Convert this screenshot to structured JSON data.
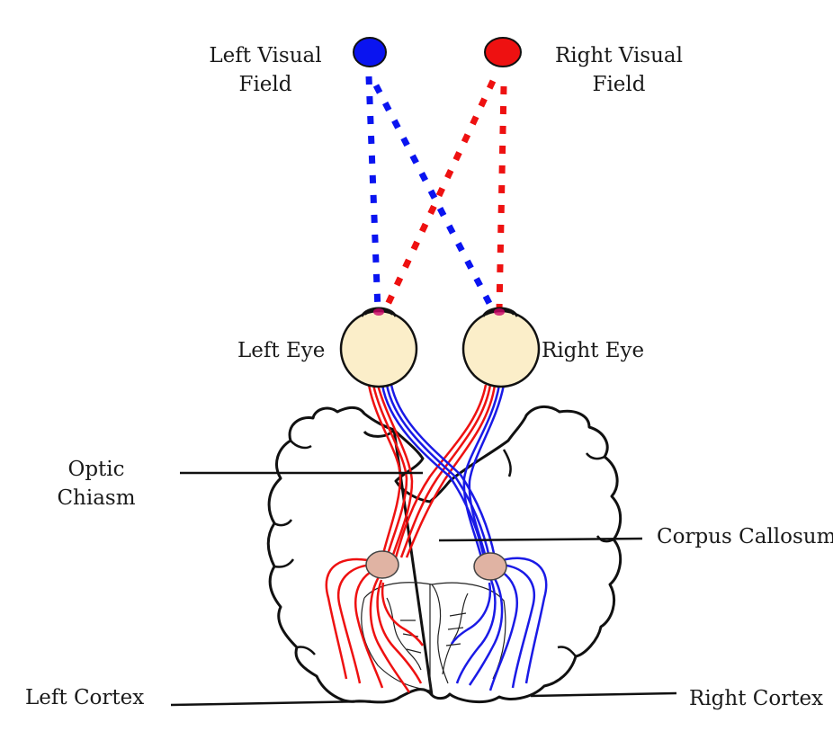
{
  "labels": {
    "left_visual_field": [
      "Left Visual",
      "Field"
    ],
    "right_visual_field": [
      "Right Visual",
      "Field"
    ],
    "left_eye": "Left Eye",
    "right_eye": "Right Eye",
    "optic_chiasm": [
      "Optic",
      "Chiasm"
    ],
    "corpus_callosum": "Corpus Callosum",
    "left_cortex": "Left Cortex",
    "right_cortex": "Right Cortex"
  },
  "colors": {
    "left_field": "#0a14f0",
    "right_field": "#ee1111",
    "eye_fill": "#fbeec9",
    "thalamus_fill": "#e0b3a3",
    "outline": "#111111"
  }
}
